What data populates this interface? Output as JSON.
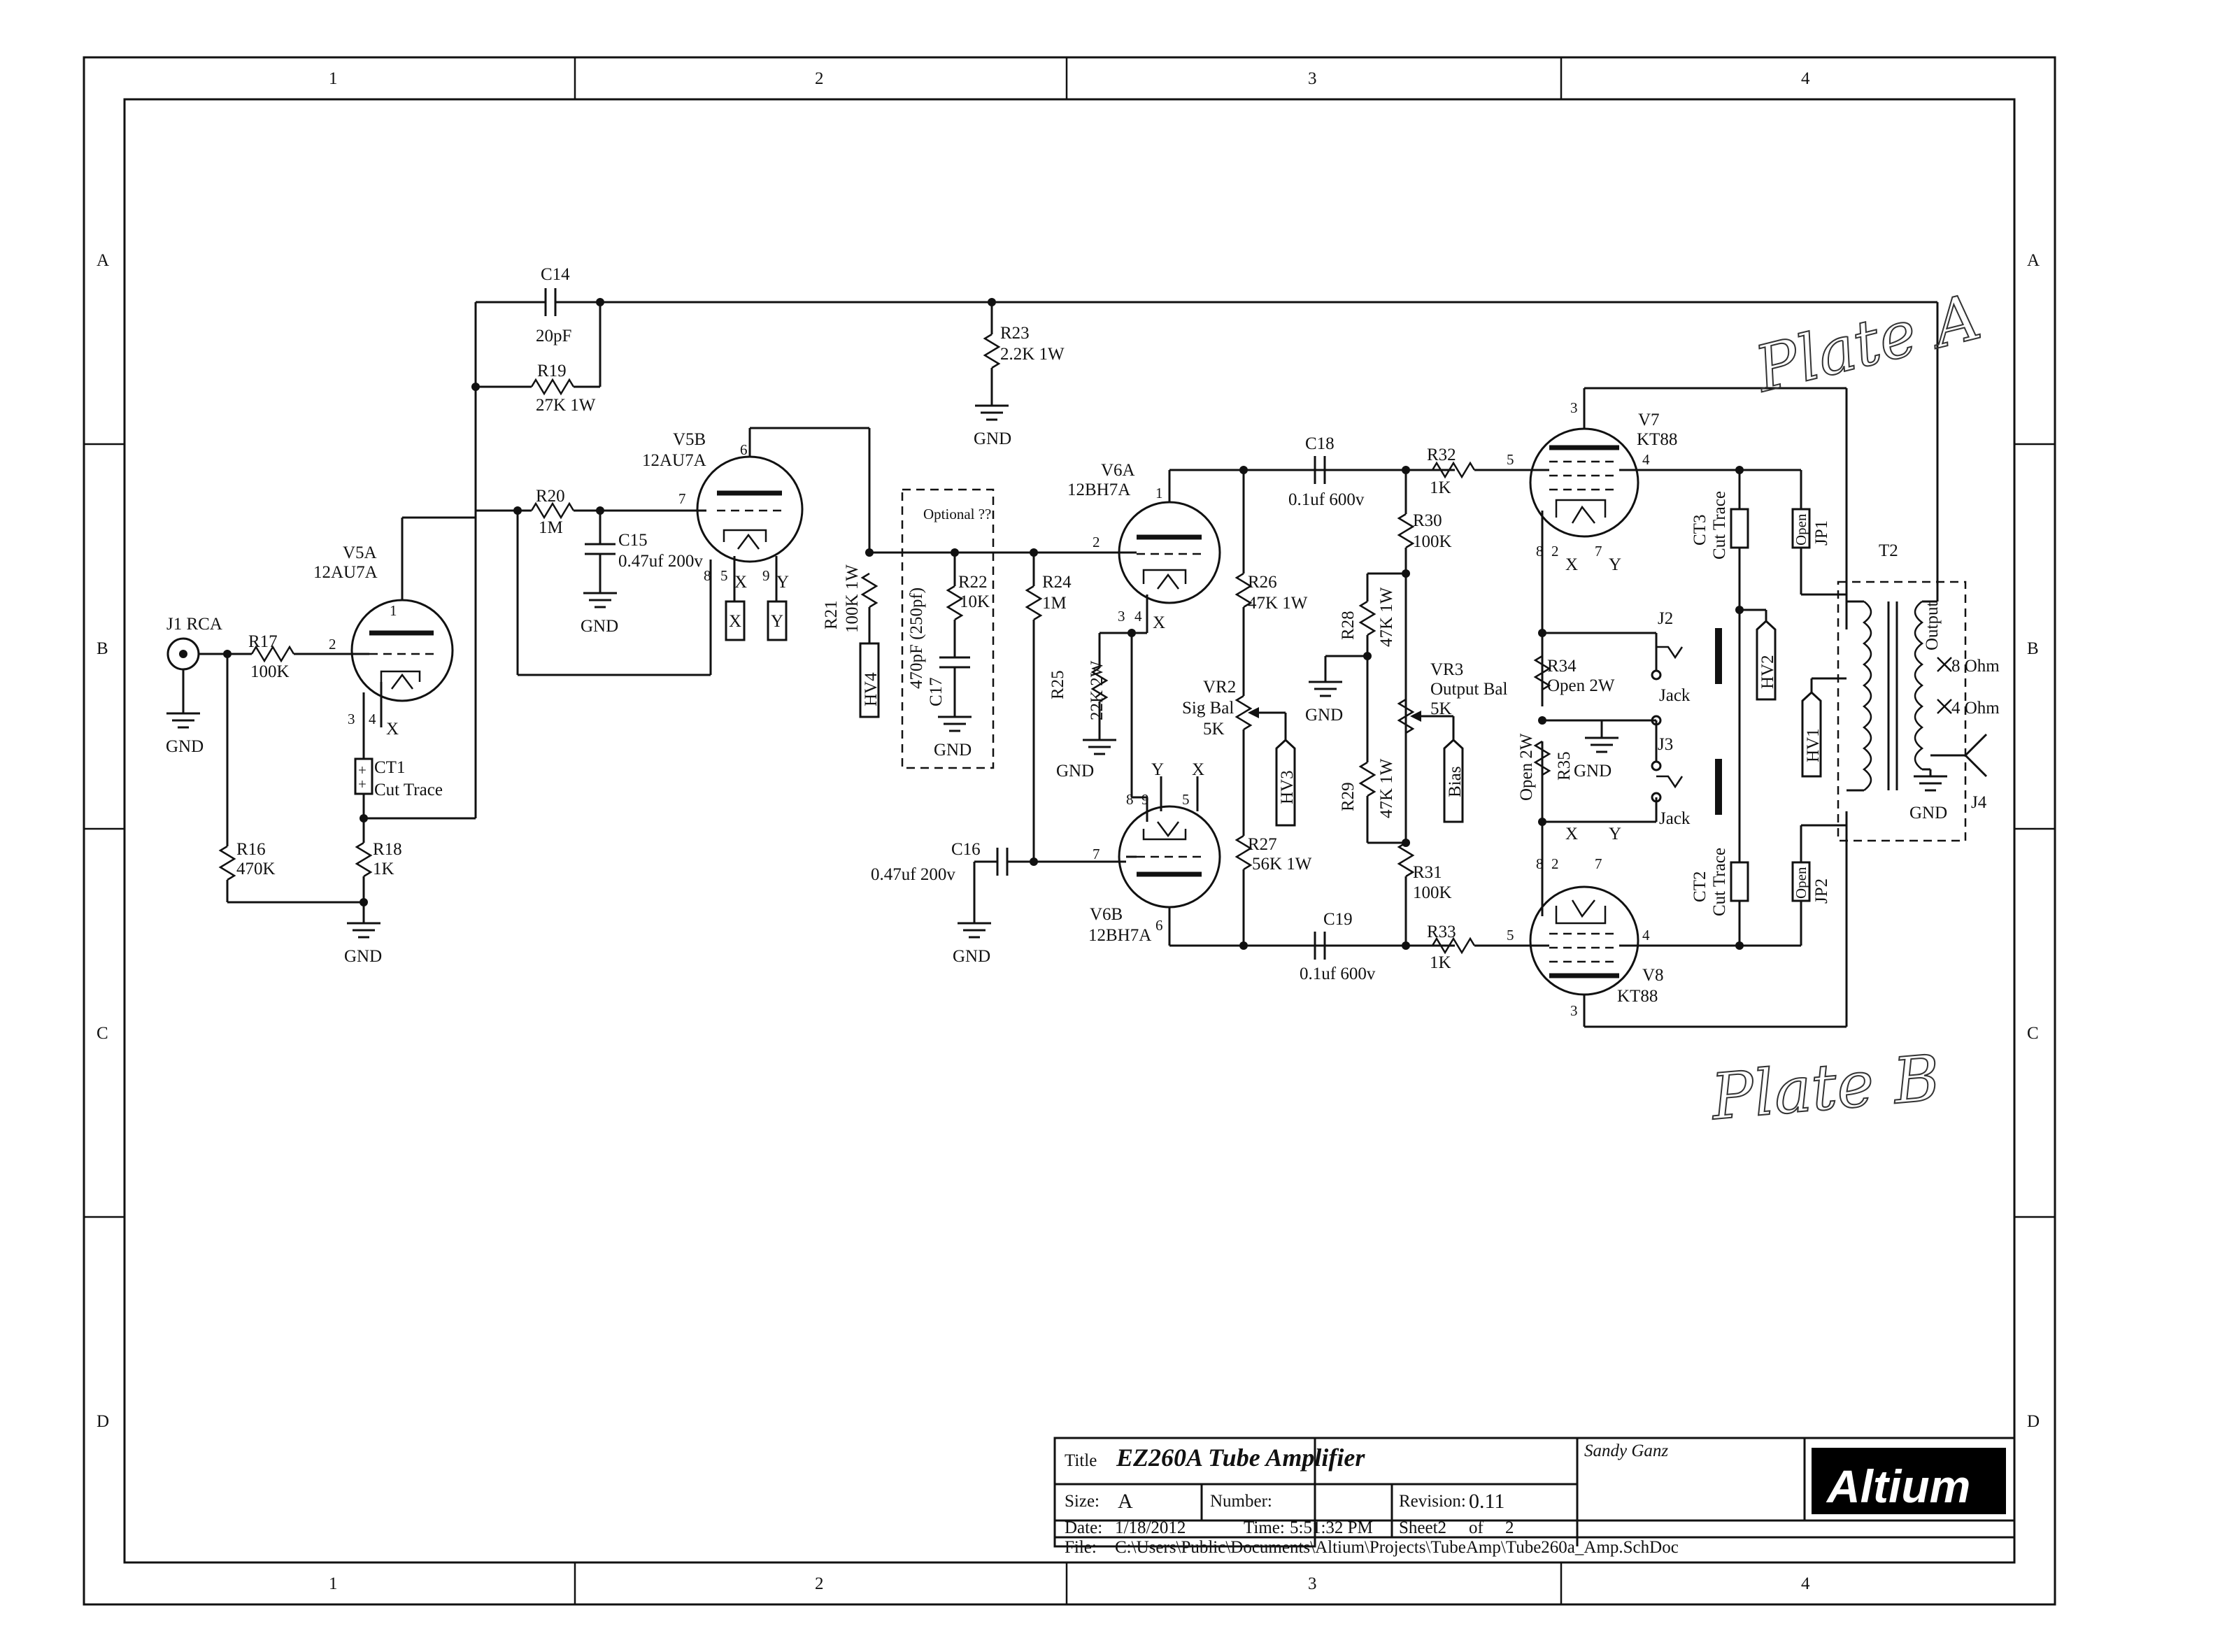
{
  "grid": {
    "cols": [
      "1",
      "2",
      "3",
      "4"
    ],
    "rows": [
      "A",
      "B",
      "C",
      "D"
    ]
  },
  "title_block": {
    "title_label": "Title",
    "title": "EZ260A Tube Amplifier",
    "author": "Sandy Ganz",
    "size_label": "Size:",
    "size": "A",
    "number_label": "Number:",
    "revision_label": "Revision:",
    "revision": "0.11",
    "date_label": "Date:",
    "date": "1/18/2012",
    "time_label": "Time:",
    "time": "5:51:32 PM",
    "sheet_label": "Sheet2",
    "sheet_of": "of",
    "sheet_total": "2",
    "file_label": "File:",
    "file": "C:\\Users\\Public\\Documents\\Altium\\Projects\\TubeAmp\\Tube260a_Amp.SchDoc",
    "logo": "Altium"
  },
  "handwritten": {
    "plate_a": "Plate A",
    "plate_b": "Plate B"
  },
  "labels": {
    "j1": "J1 RCA",
    "gnd": "GND",
    "r17": "R17",
    "r17v": "100K",
    "r16": "R16",
    "r16v": "470K",
    "r18": "R18",
    "r18v": "1K",
    "ct1": "CT1",
    "ct1v": "Cut Trace",
    "v5a": "V5A",
    "v5av": "12AU7A",
    "v5b": "V5B",
    "v5bv": "12AU7A",
    "c14": "C14",
    "c14v": "20pF",
    "r19": "R19",
    "r19v": "27K 1W",
    "r20": "R20",
    "r20v": "1M",
    "c15": "C15",
    "c15v": "0.47uf 200v",
    "r23": "R23",
    "r23v": "2.2K 1W",
    "r21": "R21",
    "r21v": "100K 1W",
    "hv4": "HV4",
    "optional": "Optional ??",
    "c17": "C17",
    "c17v": "470pF (250pf)",
    "r22": "R22",
    "r22v": "10K",
    "r24": "R24",
    "r24v": "1M",
    "r25": "R25",
    "r25v": "22K 2W",
    "c16": "C16",
    "c16v": "0.47uf 200v",
    "v6a": "V6A",
    "v6av": "12BH7A",
    "v6b": "V6B",
    "v6bv": "12BH7A",
    "c18": "C18",
    "c18v": "0.1uf 600v",
    "c19": "C19",
    "c19v": "0.1uf 600v",
    "r26": "R26",
    "r26v": "47K 1W",
    "r27": "R27",
    "r27v": "56K 1W",
    "vr2": "VR2",
    "vr2v": "Sig Bal",
    "vr2r": "5K",
    "hv3": "HV3",
    "r28": "R28",
    "r28v": "47K 1W",
    "r29": "R29",
    "r29v": "47K 1W",
    "vr3": "VR3",
    "vr3v": "Output Bal",
    "vr3r": "5K",
    "bias": "Bias",
    "r30": "R30",
    "r30v": "100K",
    "r31": "R31",
    "r31v": "100K",
    "r32": "R32",
    "r32v": "1K",
    "r33": "R33",
    "r33v": "1K",
    "v7": "V7",
    "v7v": "KT88",
    "v8": "V8",
    "v8v": "KT88",
    "r34": "R34",
    "r34v": "Open 2W",
    "r35": "R35",
    "r35v": "Open 2W",
    "j2": "J2",
    "j3": "J3",
    "jack": "Jack",
    "ct3": "CT3",
    "ct2": "CT2",
    "cut_trace": "Cut Trace",
    "jp1": "JP1",
    "jp2": "JP2",
    "open": "Open",
    "hv1": "HV1",
    "hv2": "HV2",
    "t2": "T2",
    "output": "Output",
    "ohm8": "8 Ohm",
    "ohm4": "4 Ohm",
    "j4": "J4",
    "x": "X",
    "y": "Y"
  }
}
